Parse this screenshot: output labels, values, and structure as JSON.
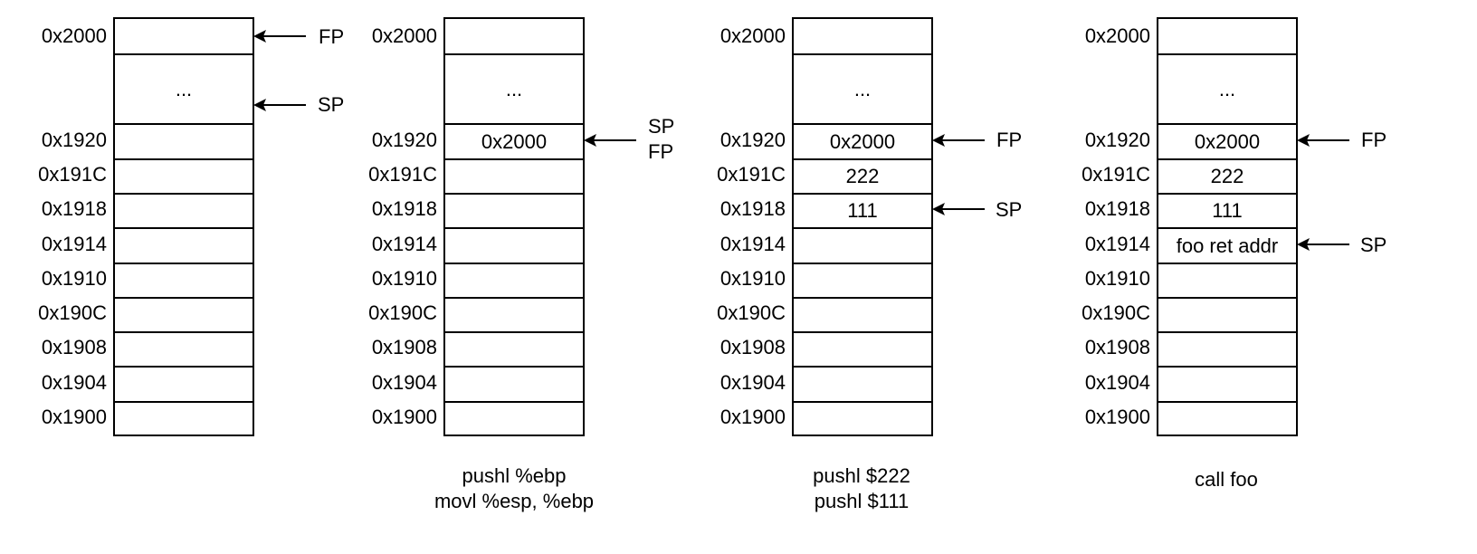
{
  "panels": [
    {
      "addresses": [
        "0x2000",
        "0x1920",
        "0x191C",
        "0x1918",
        "0x1914",
        "0x1910",
        "0x190C",
        "0x1908",
        "0x1904",
        "0x1900"
      ],
      "cells": [
        "",
        "...",
        "",
        "",
        "",
        "",
        "",
        "",
        "",
        "",
        ""
      ],
      "pointers": [
        {
          "label": "FP",
          "row": "top"
        },
        {
          "label": "SP",
          "row": "gap-bottom"
        }
      ],
      "caption": []
    },
    {
      "addresses": [
        "0x2000",
        "0x1920",
        "0x191C",
        "0x1918",
        "0x1914",
        "0x1910",
        "0x190C",
        "0x1908",
        "0x1904",
        "0x1900"
      ],
      "cells": [
        "",
        "...",
        "0x2000",
        "",
        "",
        "",
        "",
        "",
        "",
        "",
        ""
      ],
      "pointers": [
        {
          "label": "SP\nFP",
          "row": "0x1920"
        }
      ],
      "caption": [
        "pushl %ebp",
        "movl %esp, %ebp"
      ]
    },
    {
      "addresses": [
        "0x2000",
        "0x1920",
        "0x191C",
        "0x1918",
        "0x1914",
        "0x1910",
        "0x190C",
        "0x1908",
        "0x1904",
        "0x1900"
      ],
      "cells": [
        "",
        "...",
        "0x2000",
        "222",
        "111",
        "",
        "",
        "",
        "",
        "",
        ""
      ],
      "pointers": [
        {
          "label": "FP",
          "row": "0x1920"
        },
        {
          "label": "SP",
          "row": "0x1918"
        }
      ],
      "caption": [
        "pushl $222",
        "pushl $111"
      ]
    },
    {
      "addresses": [
        "0x2000",
        "0x1920",
        "0x191C",
        "0x1918",
        "0x1914",
        "0x1910",
        "0x190C",
        "0x1908",
        "0x1904",
        "0x1900"
      ],
      "cells": [
        "",
        "...",
        "0x2000",
        "222",
        "111",
        "foo ret addr",
        "",
        "",
        "",
        "",
        ""
      ],
      "pointers": [
        {
          "label": "FP",
          "row": "0x1920"
        },
        {
          "label": "SP",
          "row": "0x1914"
        }
      ],
      "caption": [
        "call foo"
      ]
    }
  ]
}
